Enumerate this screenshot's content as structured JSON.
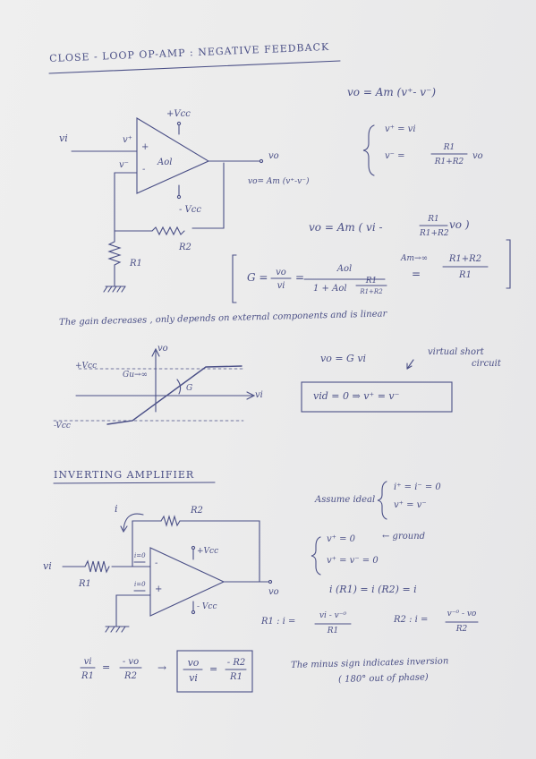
{
  "section1": {
    "title": "CLOSE - LOOP OP-AMP : NEGATIVE FEEDBACK",
    "circuit": {
      "vi": "vi",
      "vplus": "v⁺",
      "vminus": "v⁻",
      "plus_sign": "+",
      "minus_sign": "-",
      "aol": "Aol",
      "vcc_pos": "+Vcc",
      "vcc_neg": "- Vcc",
      "vo": "vo",
      "vo_eq": "vo= Am (v⁺-v⁻)",
      "r1": "R1",
      "r2": "R2"
    },
    "eq_main": "vo = Am (v⁺- v⁻)",
    "sys_1": "v⁺ = vi",
    "sys_2_lhs": "v⁻ =",
    "sys_2_num": "R1",
    "sys_2_den": "R1+R2",
    "sys_2_rhs": "vo",
    "eq2_lhs": "vo = Am ( vi -",
    "eq2_num": "R1",
    "eq2_den": "R1+R2",
    "eq2_rhs": "vo )",
    "gain_G": "G =",
    "gain_num1": "vo",
    "gain_den1": "vi",
    "gain_eq": "=",
    "gain_num2": "Aol",
    "gain_den2_a": "1 + Aol",
    "gain_den2_num": "R1",
    "gain_den2_den": "R1+R2",
    "limit": "Am→∞",
    "limit_eq": "=",
    "gain_num3": "R1+R2",
    "gain_den3": "R1",
    "note": "The gain decreases , only depends on external components and is linear",
    "graph": {
      "vo": "vo",
      "vcc_pos": "+Vcc",
      "vcc_neg": "-Vcc",
      "slope": "Gu→∞",
      "g": "G",
      "vi": "vi"
    },
    "eq_vo_gvi": "vo = G vi",
    "virtual_short": "virtual short",
    "circuit_word": "circuit",
    "arrow": "↙",
    "box": "vid = 0  ⇒  v⁺ = v⁻"
  },
  "section2": {
    "title": "INVERTING AMPLIFIER",
    "circuit": {
      "i": "i",
      "r2": "R2",
      "vcc_pos": "+Vcc",
      "vcc_neg": "- Vcc",
      "ineg": "i=0",
      "ipos": "i=0",
      "minus": "-",
      "plus": "+",
      "vi": "vi",
      "r1": "R1",
      "vo": "vo"
    },
    "assume": "Assume ideal",
    "ideal_1": "i⁺ = i⁻ = 0",
    "ideal_2": "v⁺ = v⁻",
    "sys_1": "v⁺ = 0",
    "ground": "← ground",
    "sys_2": "v⁺ = v⁻ = 0",
    "current_eq": "i (R1) = i (R2) = i",
    "r1_lhs": "R1 :  i =",
    "r1_num": "vi - v⁻⁰",
    "r1_den": "R1",
    "r2_lhs": "R2 :  i =",
    "r2_num": "v⁻⁰ - vo",
    "r2_den": "R2",
    "ratio_num1": "vi",
    "ratio_den1": "R1",
    "ratio_eq": "=",
    "ratio_num2": "- vo",
    "ratio_den2": "R2",
    "ratio_arrow": "→",
    "box_num1": "vo",
    "box_den1": "vi",
    "box_eq": "=",
    "box_num2": "- R2",
    "box_den2": "R1",
    "inversion_1": "The minus sign indicates inversion",
    "inversion_2": "( 180° out of phase)"
  }
}
